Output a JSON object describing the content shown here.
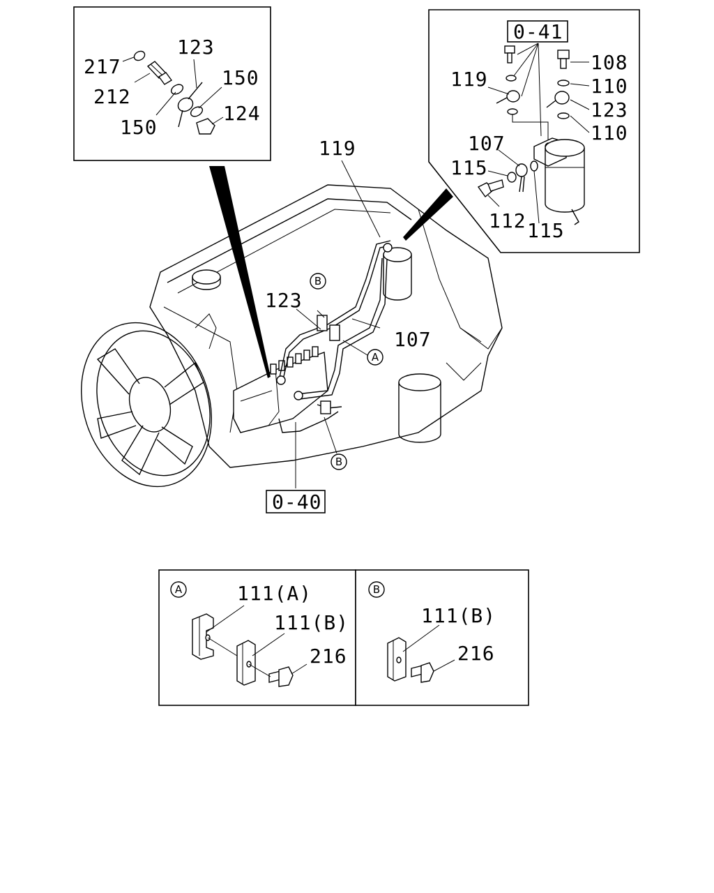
{
  "inset_top_left": {
    "labels": [
      "217",
      "212",
      "150",
      "123",
      "150",
      "124"
    ]
  },
  "inset_top_right": {
    "ref_box": "0-41",
    "labels": [
      "108",
      "110",
      "119",
      "123",
      "110",
      "107",
      "115",
      "112",
      "115"
    ]
  },
  "main_view": {
    "labels": [
      "119",
      "123",
      "107"
    ],
    "callout_a": "A",
    "callout_b_top": "B",
    "callout_b_bottom": "B",
    "ref_box": "0-40"
  },
  "detail_a": {
    "callout": "A",
    "labels": [
      "111(A)",
      "111(B)",
      "216"
    ]
  },
  "detail_b": {
    "callout": "B",
    "labels": [
      "111(B)",
      "216"
    ]
  },
  "icons": [
    "fuel-filter-icon",
    "bolt-icon",
    "washer-icon",
    "eye-joint-icon",
    "engine-icon",
    "fan-icon",
    "clip-icon"
  ]
}
